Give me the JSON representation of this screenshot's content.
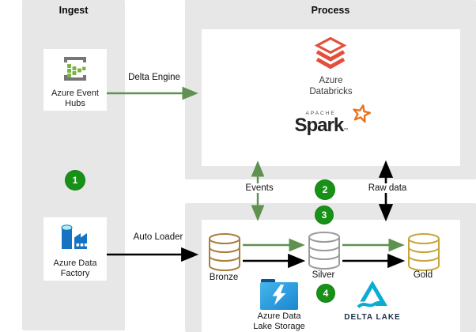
{
  "colors": {
    "panel_bg": "#e7e7e7",
    "card_bg": "#ffffff",
    "arrow_green": "#5f9150",
    "arrow_black": "#000000",
    "step_bg": "#189118",
    "bronze": "#a97d3e",
    "silver": "#9b9b9b",
    "gold": "#c8a53a",
    "databricks_red": "#e2503c",
    "spark_orange": "#e8731e",
    "adf_blue": "#1673c1",
    "adls_blue": "#2aa0e0",
    "delta_cyan": "#0bacd4",
    "delta_text": "#1c2f45"
  },
  "panels": {
    "ingest": {
      "title": "Ingest"
    },
    "process": {
      "title": "Process"
    }
  },
  "nodes": {
    "event_hubs": {
      "line1": "Azure Event",
      "line2": "Hubs"
    },
    "data_factory": {
      "line1": "Azure Data",
      "line2": "Factory"
    },
    "databricks": {
      "line1": "Azure",
      "line2": "Databricks"
    },
    "spark": {
      "apache": "APACHE",
      "name": "Spark",
      "tm": "™"
    },
    "bronze": {
      "label": "Bronze"
    },
    "silver": {
      "label": "Silver"
    },
    "gold": {
      "label": "Gold"
    },
    "data_lake_storage": {
      "line1": "Azure Data",
      "line2": "Lake Storage"
    },
    "delta_lake": {
      "label": "DELTA LAKE"
    }
  },
  "edges": {
    "delta_engine": {
      "label": "Delta Engine"
    },
    "auto_loader": {
      "label": "Auto Loader"
    },
    "events": {
      "label": "Events"
    },
    "raw_data": {
      "label": "Raw data"
    }
  },
  "steps": {
    "s1": "1",
    "s2": "2",
    "s3": "3",
    "s4": "4"
  }
}
